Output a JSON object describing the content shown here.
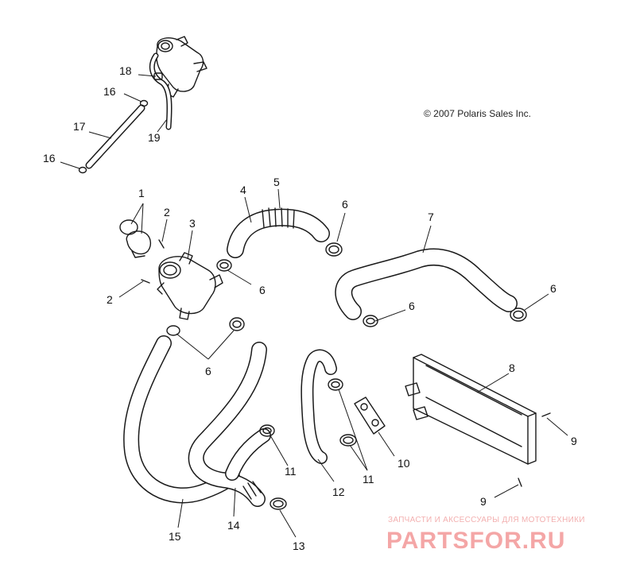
{
  "copyright": "© 2007 Polaris Sales Inc.",
  "callouts": {
    "c1": "1",
    "c2a": "2",
    "c2b": "2",
    "c3": "3",
    "c4": "4",
    "c5": "5",
    "c6a": "6",
    "c6b": "6",
    "c6c": "6",
    "c6d": "6",
    "c6e": "6",
    "c7": "7",
    "c8": "8",
    "c9a": "9",
    "c9b": "9",
    "c10": "10",
    "c11a": "11",
    "c11b": "11",
    "c12": "12",
    "c13": "13",
    "c14": "14",
    "c15": "15",
    "c16a": "16",
    "c16b": "16",
    "c17": "17",
    "c18": "18",
    "c19": "19"
  },
  "watermark": {
    "tagline": "ЗАПЧАСТИ И АКСЕССУАРЫ ДЛЯ МОТОТЕХНИКИ",
    "brand": "PARTSFOR.RU",
    "color": "#f4a6a6"
  }
}
